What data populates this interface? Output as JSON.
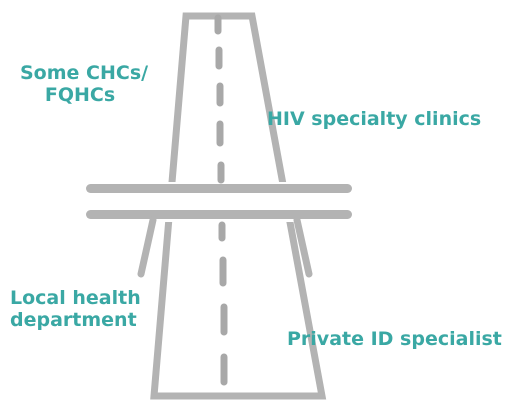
{
  "colors": {
    "road": "#b3b3b3",
    "dash": "#a8a8a8",
    "label": "#3aa8a4",
    "background": "#ffffff"
  },
  "labels": {
    "chcs_line1": "Some CHCs/",
    "chcs_line2": "FQHCs",
    "hiv_clinics": "HIV specialty clinics",
    "lhd_line1": "Local health",
    "lhd_line2": "department",
    "private_id": "Private ID specialist"
  }
}
